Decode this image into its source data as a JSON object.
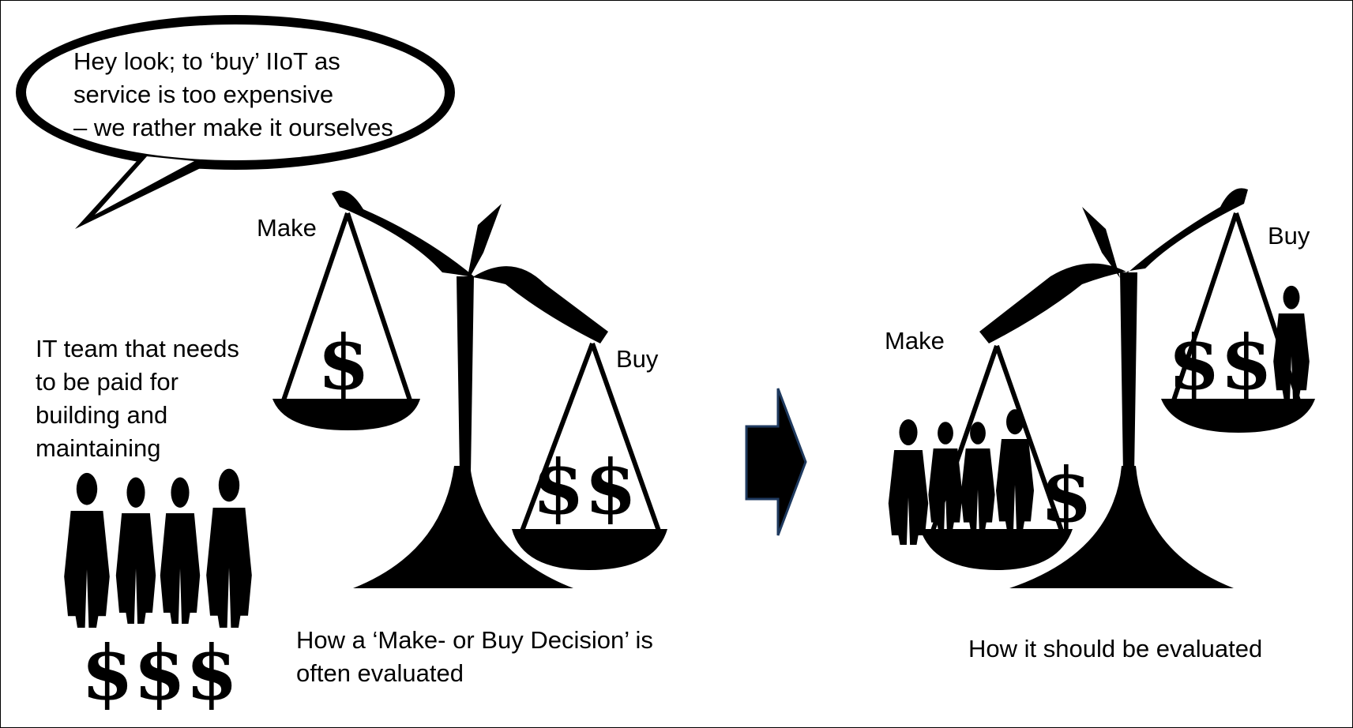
{
  "speech_bubble": {
    "lines": [
      "Hey look; to ‘buy’ IIoT as",
      "service is too expensive",
      "– we rather make it ourselves"
    ]
  },
  "it_team_note": {
    "lines": [
      "IT team that needs",
      "to be paid for",
      "building and",
      "maintaining"
    ]
  },
  "left_scale": {
    "make_label": "Make",
    "buy_label": "Buy",
    "make_pan_symbol": "$",
    "buy_pan_symbol": "$$",
    "team_cost_symbol": "$$$"
  },
  "right_scale": {
    "make_label": "Make",
    "buy_label": "Buy",
    "make_pan_symbol": "$",
    "buy_pan_symbol": "$$"
  },
  "captions": {
    "left": [
      "How a ‘Make- or Buy Decision’ is",
      "often evaluated"
    ],
    "right": "How it should be evaluated"
  },
  "colors": {
    "ink": "#000000",
    "background": "#ffffff",
    "arrow_border": "#1f3a5f"
  },
  "icons": [
    "speech-bubble-icon",
    "balance-scale-icon",
    "people-silhouette-icon",
    "person-silhouette-icon",
    "dollar-sign-icon",
    "arrow-right-icon"
  ]
}
